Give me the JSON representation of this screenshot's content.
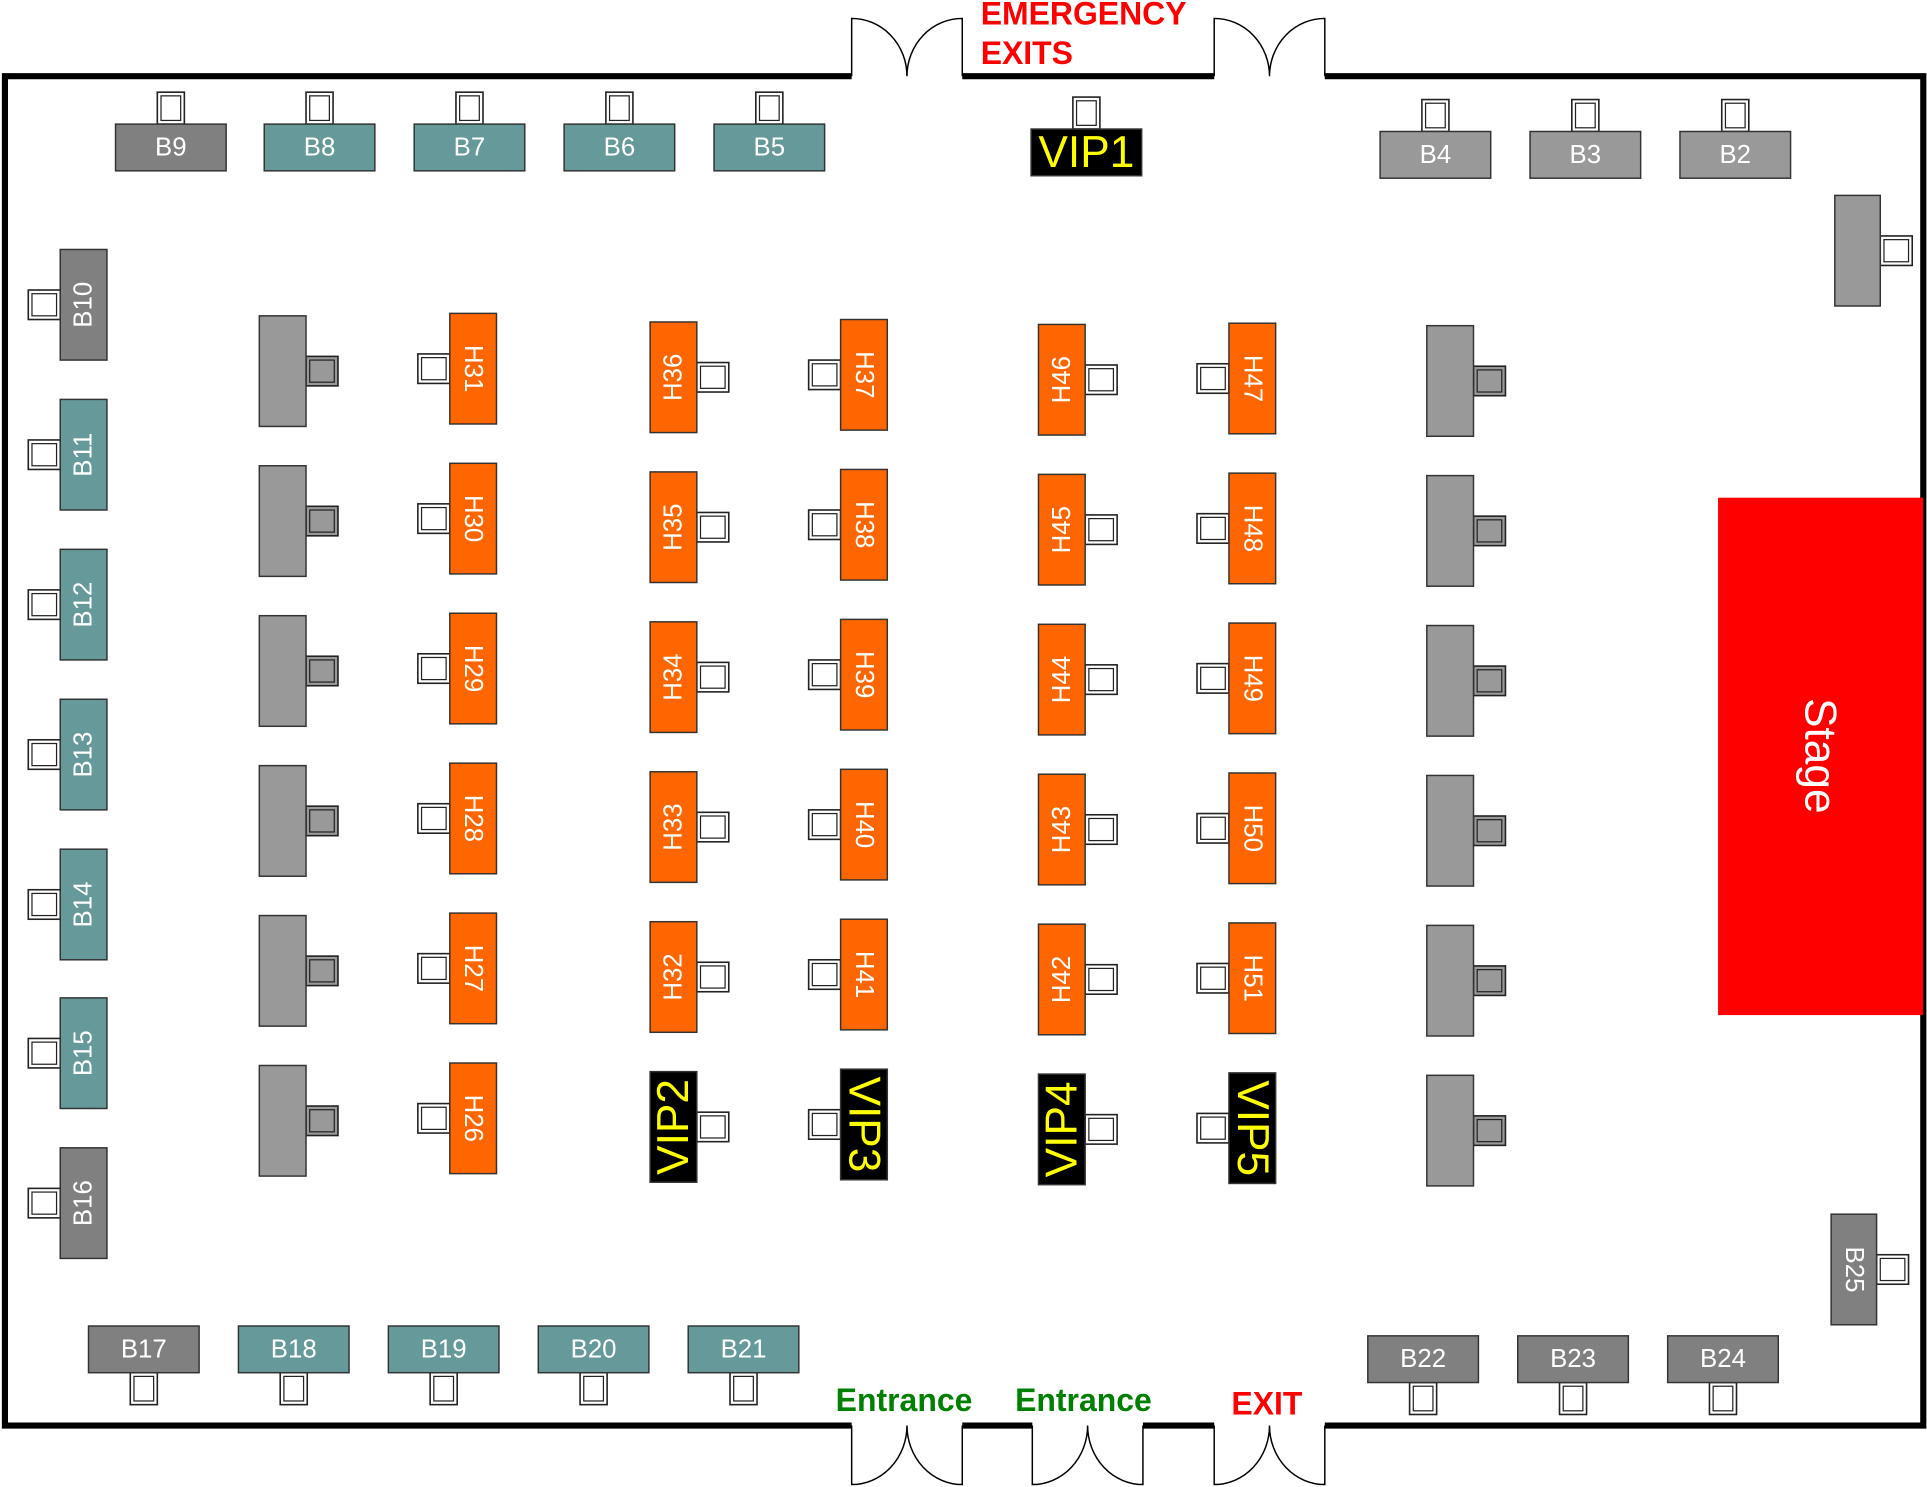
{
  "title": "Floor plan",
  "top_booths": [
    "B9",
    "B8",
    "B7",
    "B6",
    "B5"
  ],
  "vip1": "VIP1",
  "top_right_booths": [
    "B4",
    "B3",
    "B2"
  ],
  "left_booths": [
    "B10",
    "B11",
    "B12",
    "B13",
    "B14",
    "B15",
    "B16"
  ],
  "bottom_left_booths": [
    "B17",
    "B18",
    "B19",
    "B20",
    "B21"
  ],
  "bottom_right_booths": [
    "B22",
    "B23",
    "B24"
  ],
  "right_booth": "B25",
  "columns": {
    "col_b": [
      "H31",
      "H30",
      "H29",
      "H28",
      "H27",
      "H26"
    ],
    "col_c": [
      "H36",
      "H35",
      "H34",
      "H33",
      "H32",
      "VIP2"
    ],
    "col_d": [
      "H37",
      "H38",
      "H39",
      "H40",
      "H41",
      "VIP3"
    ],
    "col_e": [
      "H46",
      "H45",
      "H44",
      "H43",
      "H42",
      "VIP4"
    ],
    "col_f": [
      "H47",
      "H48",
      "H49",
      "H50",
      "H51",
      "VIP5"
    ]
  },
  "stage": "Stage",
  "signs": {
    "emergency": "EMERGENCY",
    "exits": "EXITS",
    "entrance_1": "Entrance",
    "entrance_2": "Entrance",
    "exit": "EXIT"
  },
  "colors": {
    "orange": "#ff6600",
    "teal": "#669999",
    "dark_gray": "#808080",
    "light_gray": "#999999",
    "vip_bg": "#000000",
    "vip_text": "#ffff00",
    "stage": "#ff0000",
    "entrance": "#008000",
    "exit": "#ff0000"
  }
}
